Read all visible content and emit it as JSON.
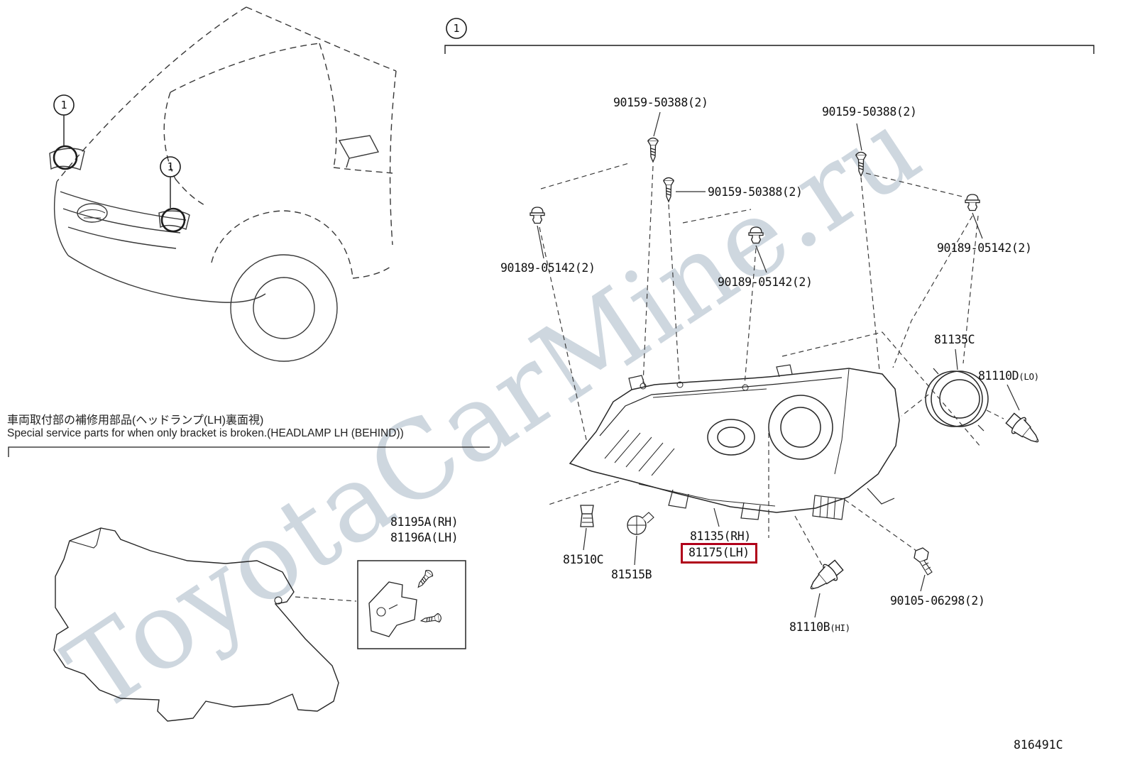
{
  "page": {
    "diagram_code": "816491C",
    "watermark": "ToyotaCarMine.ru",
    "callout_number": "1",
    "highlight_color": "#b0001a"
  },
  "notes": {
    "japanese": "車両取付部の補修用部品(ヘッドランプ(LH)裏面視)",
    "english": "Special service parts for when only bracket is broken.(HEADLAMP LH (BEHIND))"
  },
  "parts": {
    "screw_top": "90159-50388(2)",
    "screw_right": "90159-50388(2)",
    "screw_center": "90159-50388(2)",
    "clip_left": "90189-05142(2)",
    "clip_center": "90189-05142(2)",
    "clip_right": "90189-05142(2)",
    "cap": "81135C",
    "bulb_low": "81110D",
    "bulb_low_beam": "(LO)",
    "headlamp_rh": "81135(RH)",
    "headlamp_lh": "81175(LH)",
    "socket_a": "81510C",
    "socket_b": "81515B",
    "bulb_high": "81110B",
    "bulb_high_beam": "(HI)",
    "bolt": "90105-06298(2)",
    "bracket_rh": "81195A(RH)",
    "bracket_lh": "81196A(LH)"
  }
}
